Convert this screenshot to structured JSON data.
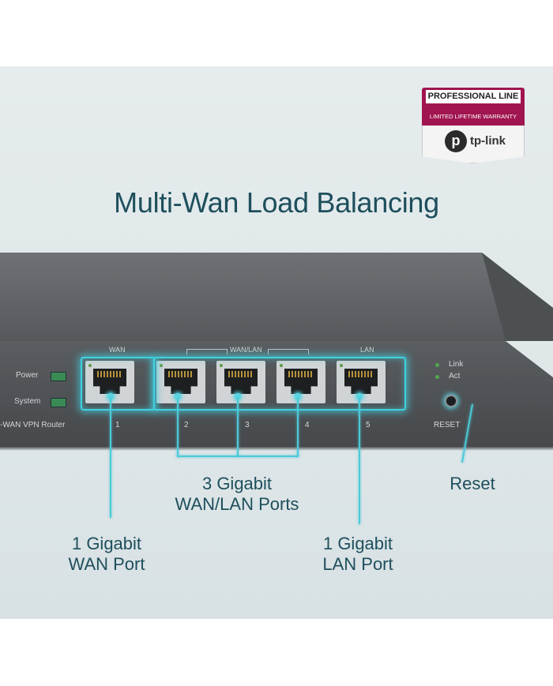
{
  "badge": {
    "line": "PROFESSIONAL LINE",
    "warranty": "LIMITED LIFETIME WARRANTY",
    "brand": "tp-link",
    "logo_glyph": "p"
  },
  "title": "Multi-Wan Load Balancing",
  "router": {
    "led_labels": [
      "Power",
      "System"
    ],
    "model_text": "-WAN VPN Router",
    "group_labels": {
      "wan": "WAN",
      "wanlan": "WAN/LAN",
      "lan": "LAN"
    },
    "port_numbers": [
      "1",
      "2",
      "3",
      "4",
      "5"
    ],
    "status_labels": [
      "Link",
      "Act"
    ],
    "reset_label": "RESET"
  },
  "callouts": {
    "wanlan": [
      "3 Gigabit",
      "WAN/LAN Ports"
    ],
    "reset": "Reset",
    "wan": [
      "1 Gigabit",
      "WAN Port"
    ],
    "lan": [
      "1 Gigabit",
      "LAN Port"
    ]
  },
  "colors": {
    "accent": "#41d0e0",
    "heading": "#1e4f5c",
    "brand": "#a0154f"
  }
}
